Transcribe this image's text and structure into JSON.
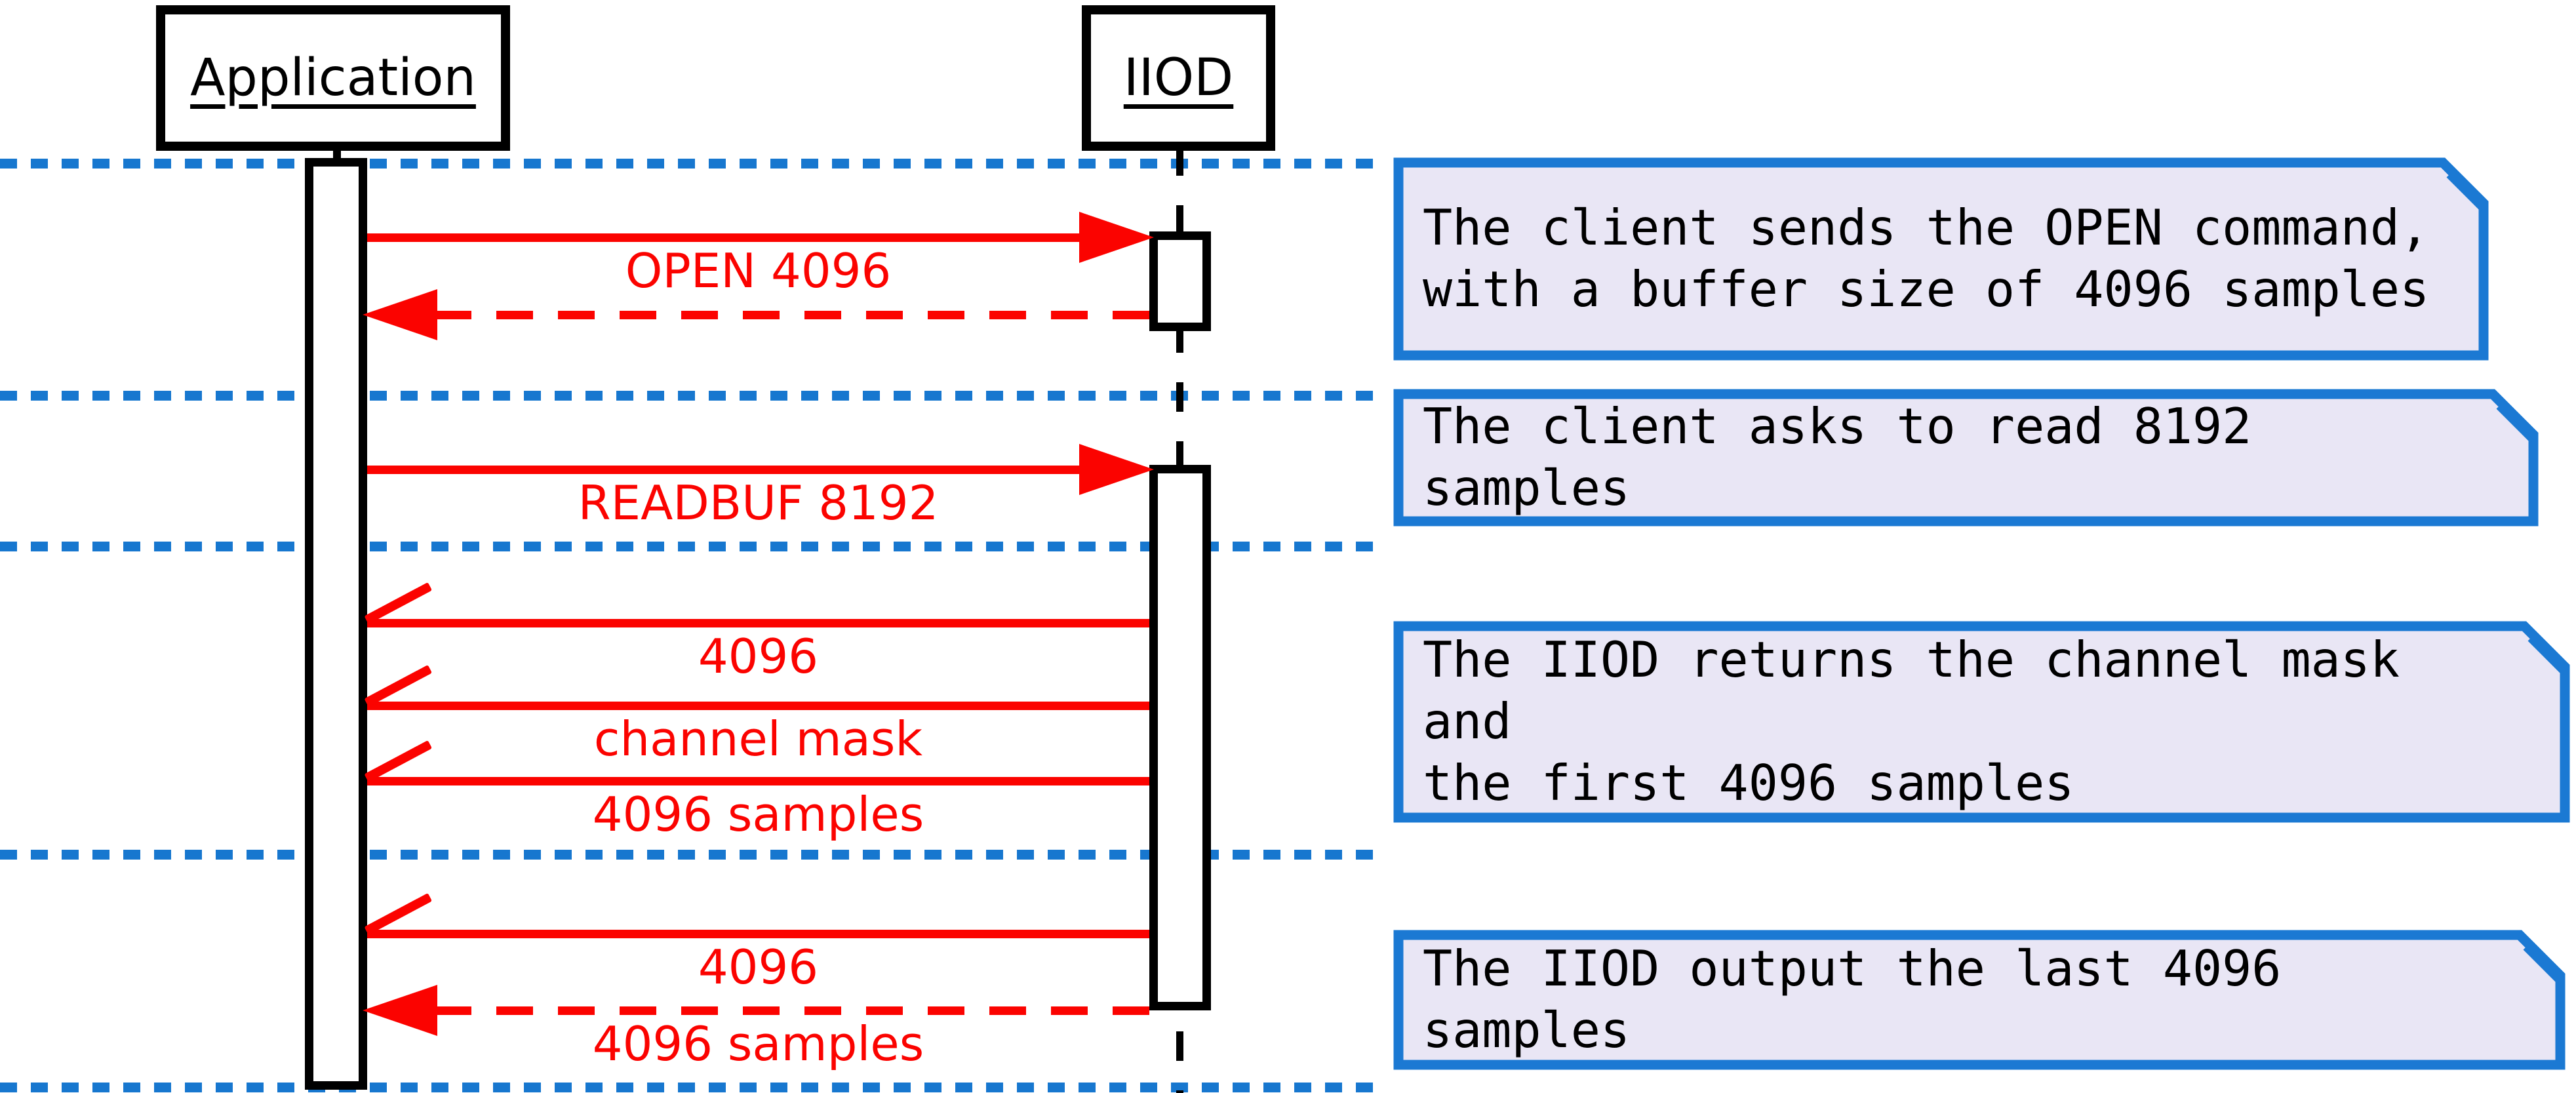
{
  "diagram_type": "sequence-diagram",
  "participants": [
    {
      "label": "Application"
    },
    {
      "label": "IIOD"
    }
  ],
  "messages": [
    {
      "label": "OPEN 4096",
      "from": "Application",
      "to": "IIOD",
      "line": "solid",
      "head": "filled"
    },
    {
      "label": "",
      "from": "IIOD",
      "to": "Application",
      "line": "dashed",
      "head": "filled"
    },
    {
      "label": "READBUF 8192",
      "from": "Application",
      "to": "IIOD",
      "line": "solid",
      "head": "filled"
    },
    {
      "label": "4096",
      "from": "IIOD",
      "to": "Application",
      "line": "solid",
      "head": "open"
    },
    {
      "label": "channel mask",
      "from": "IIOD",
      "to": "Application",
      "line": "solid",
      "head": "open"
    },
    {
      "label": "4096 samples",
      "from": "IIOD",
      "to": "Application",
      "line": "solid",
      "head": "open"
    },
    {
      "label": "4096",
      "from": "IIOD",
      "to": "Application",
      "line": "solid",
      "head": "open"
    },
    {
      "label": "4096 samples",
      "from": "IIOD",
      "to": "Application",
      "line": "dashed",
      "head": "filled"
    }
  ],
  "notes": [
    {
      "text": "The client sends the OPEN command,\nwith a buffer size of 4096 samples"
    },
    {
      "text": "The client asks to read 8192 samples"
    },
    {
      "text": "The IIOD returns the channel mask and\nthe first 4096 samples"
    },
    {
      "text": "The IIOD output the last 4096 samples"
    }
  ],
  "colors": {
    "message_arrow": "#fb0300",
    "divider_line": "#1777cf",
    "note_border": "#1b79d3",
    "note_fill": "#e9e6f5",
    "lifeline": "#000000"
  }
}
